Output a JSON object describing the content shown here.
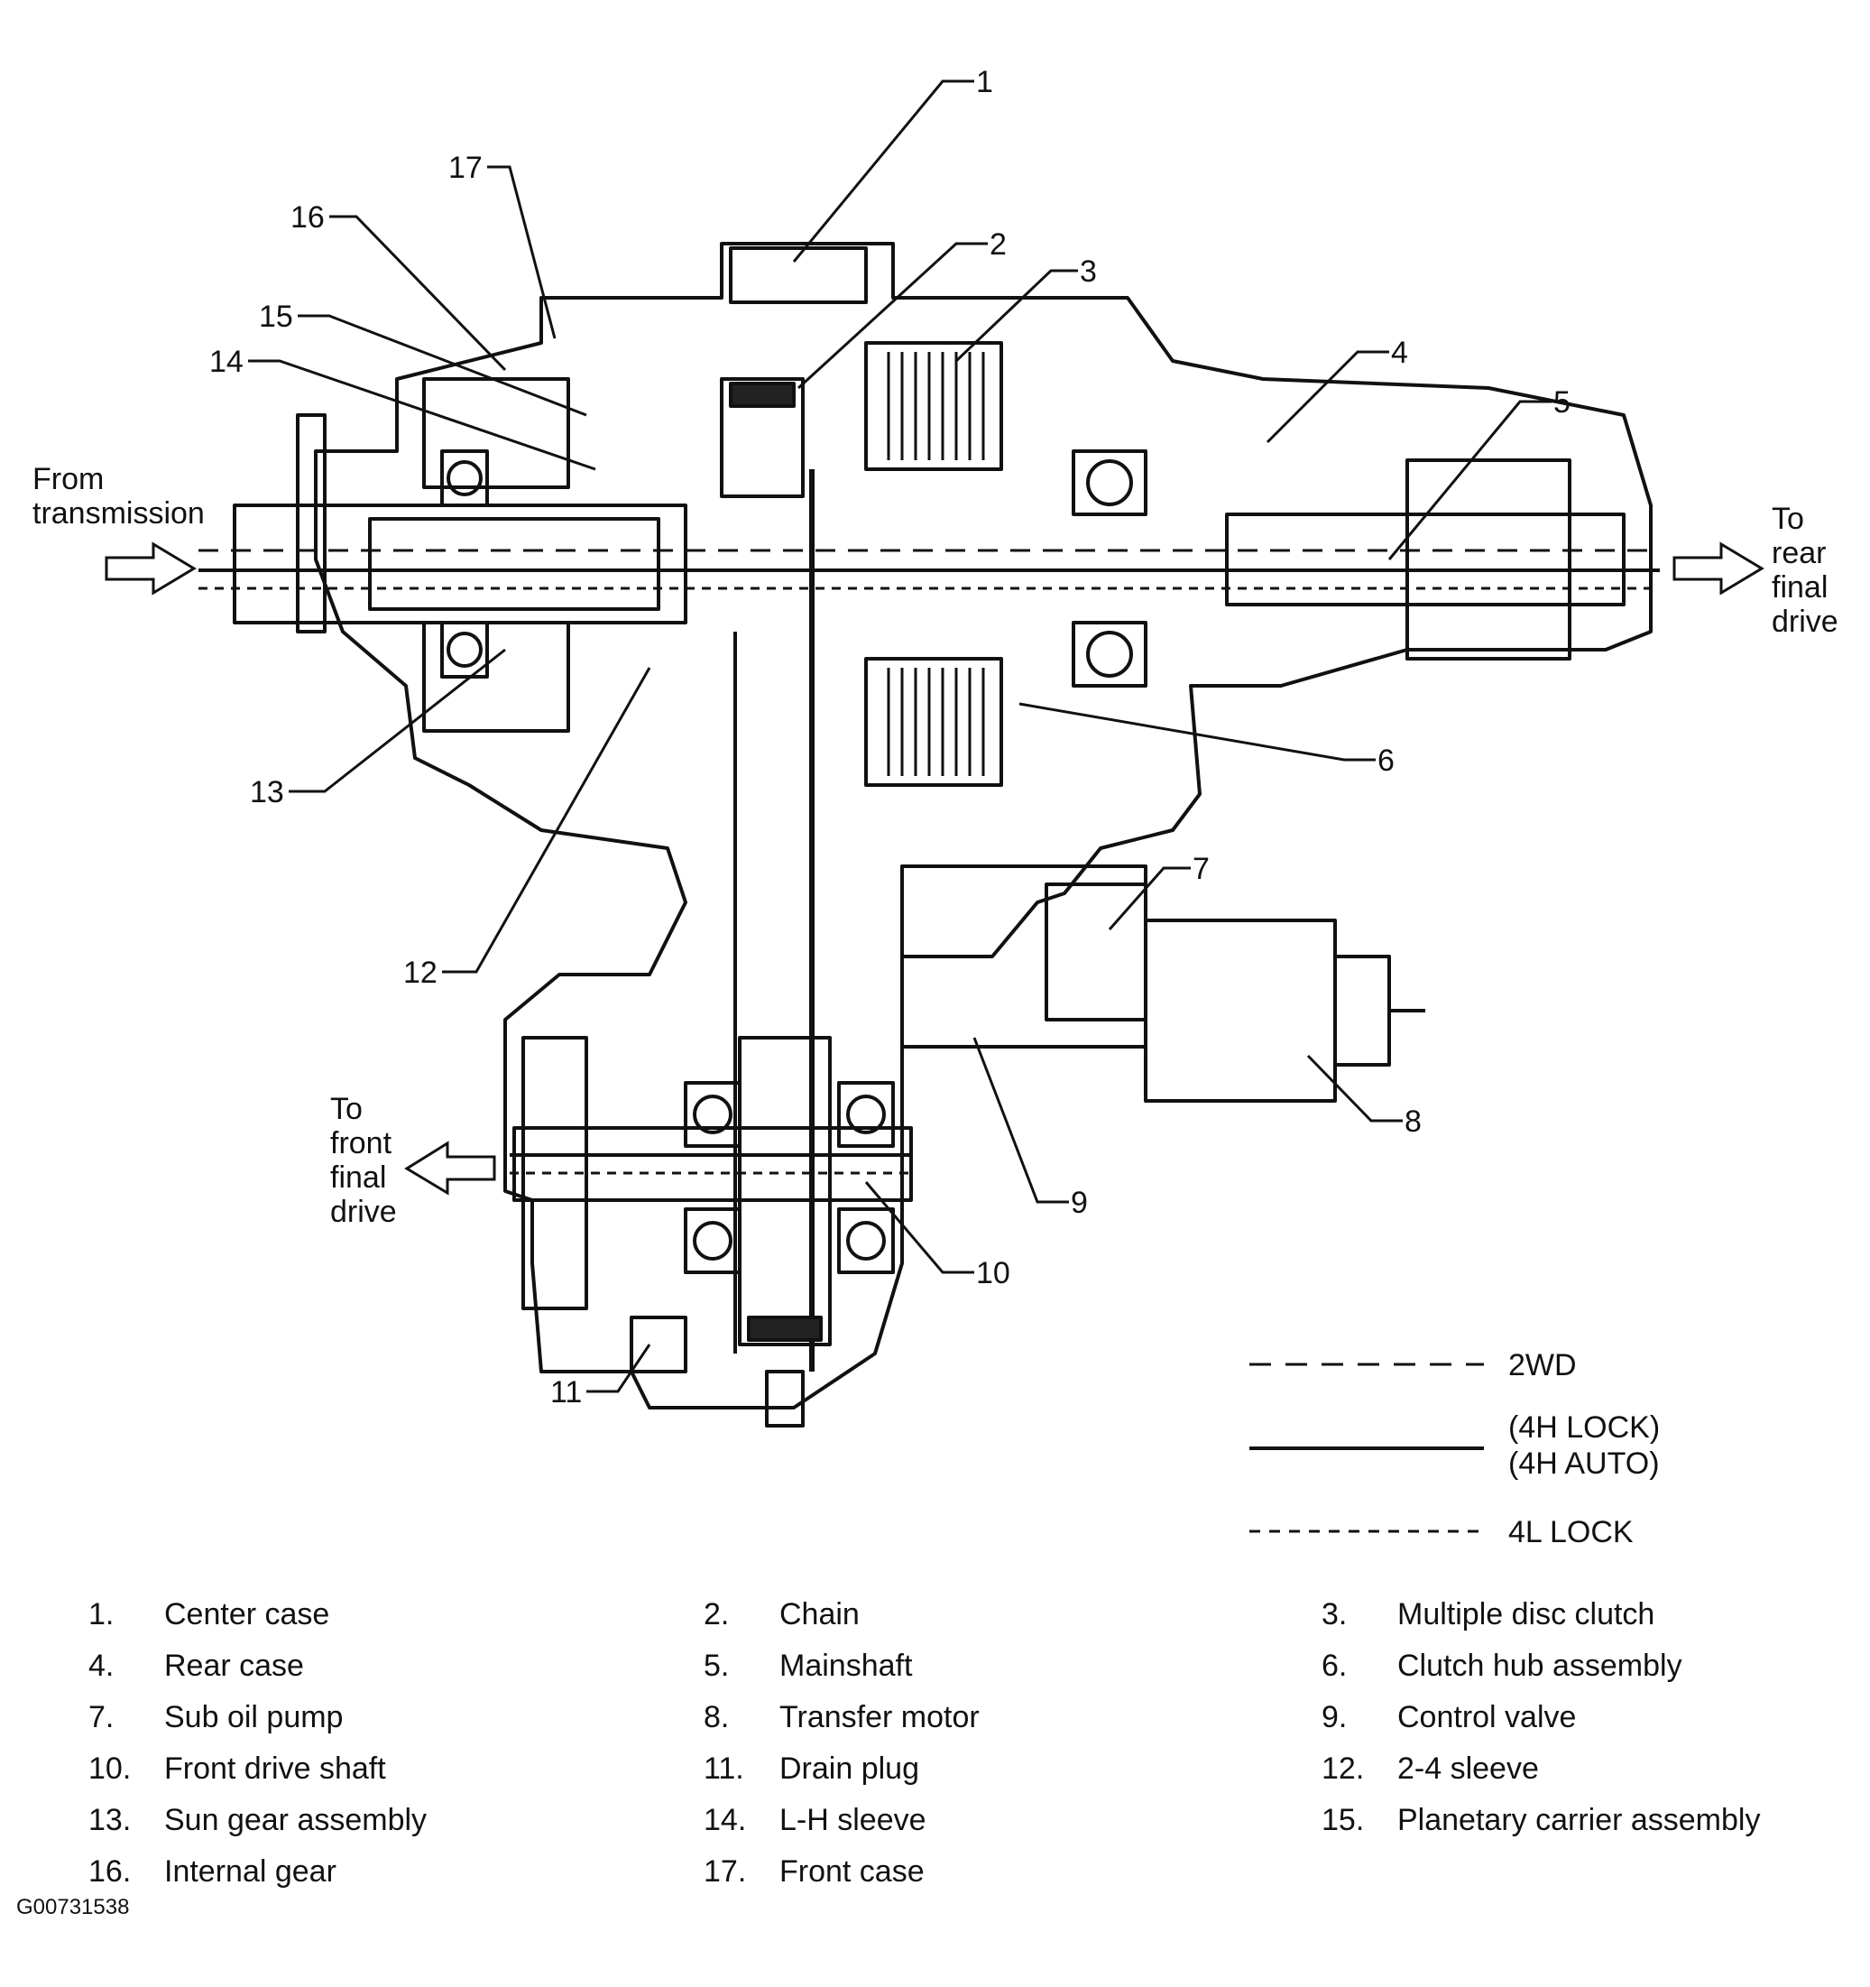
{
  "flow_labels": {
    "input": [
      "From",
      "transmission"
    ],
    "rear_output": [
      "To",
      "rear",
      "final",
      "drive"
    ],
    "front_output": [
      "To",
      "front",
      "final",
      "drive"
    ]
  },
  "callouts": [
    "1",
    "2",
    "3",
    "4",
    "5",
    "6",
    "7",
    "8",
    "9",
    "10",
    "11",
    "12",
    "13",
    "14",
    "15",
    "16",
    "17"
  ],
  "legend": [
    {
      "style": "long-dash",
      "label_lines": [
        "2WD"
      ]
    },
    {
      "style": "solid",
      "label_lines": [
        "(4H LOCK)",
        "(4H AUTO)"
      ]
    },
    {
      "style": "short-dash",
      "label_lines": [
        "4L LOCK"
      ]
    }
  ],
  "parts": [
    {
      "num": "1.",
      "name": "Center case"
    },
    {
      "num": "2.",
      "name": "Chain"
    },
    {
      "num": "3.",
      "name": "Multiple disc clutch"
    },
    {
      "num": "4.",
      "name": "Rear case"
    },
    {
      "num": "5.",
      "name": "Mainshaft"
    },
    {
      "num": "6.",
      "name": "Clutch hub assembly"
    },
    {
      "num": "7.",
      "name": "Sub oil pump"
    },
    {
      "num": "8.",
      "name": "Transfer motor"
    },
    {
      "num": "9.",
      "name": "Control valve"
    },
    {
      "num": "10.",
      "name": "Front drive shaft"
    },
    {
      "num": "11.",
      "name": "Drain plug"
    },
    {
      "num": "12.",
      "name": "2-4 sleeve"
    },
    {
      "num": "13.",
      "name": "Sun gear assembly"
    },
    {
      "num": "14.",
      "name": "L-H sleeve"
    },
    {
      "num": "15.",
      "name": "Planetary carrier assembly"
    },
    {
      "num": "16.",
      "name": "Internal gear"
    },
    {
      "num": "17.",
      "name": "Front case"
    }
  ],
  "figure_id": "G00731538"
}
